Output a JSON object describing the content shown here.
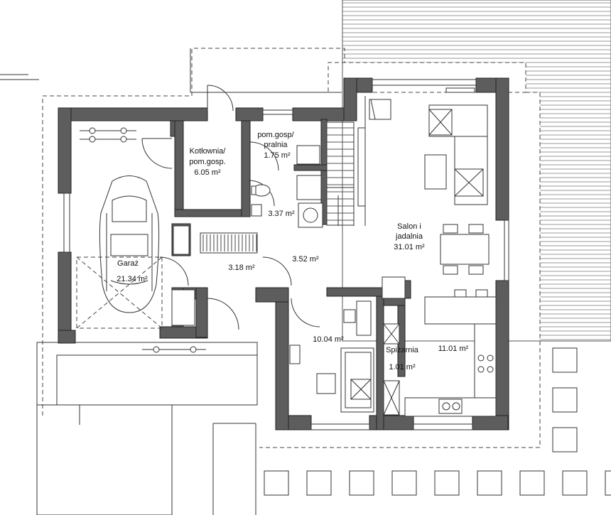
{
  "rooms": {
    "kotlownia": {
      "name1": "Kotłownia/",
      "name2": "pom.gosp.",
      "area": "6.05 m²"
    },
    "pralnia": {
      "name1": "pom.gosp/",
      "name2": "pralnia",
      "area": "1.75 m²"
    },
    "lazienka": {
      "area": "3.37 m²"
    },
    "hall": {
      "area": "3.52 m²"
    },
    "korytarz": {
      "area": "3.18 m²"
    },
    "garaz": {
      "name": "Garaż",
      "area": "21.34 m²"
    },
    "salon": {
      "name1": "Salon i",
      "name2": "jadalnia",
      "area": "31.01 m²"
    },
    "pokoj": {
      "area": "10.04 m²"
    },
    "spizarnia": {
      "name": "Spiżarnia",
      "area": "1.01 m²"
    },
    "kuchnia": {
      "area": "11.01 m²"
    }
  }
}
